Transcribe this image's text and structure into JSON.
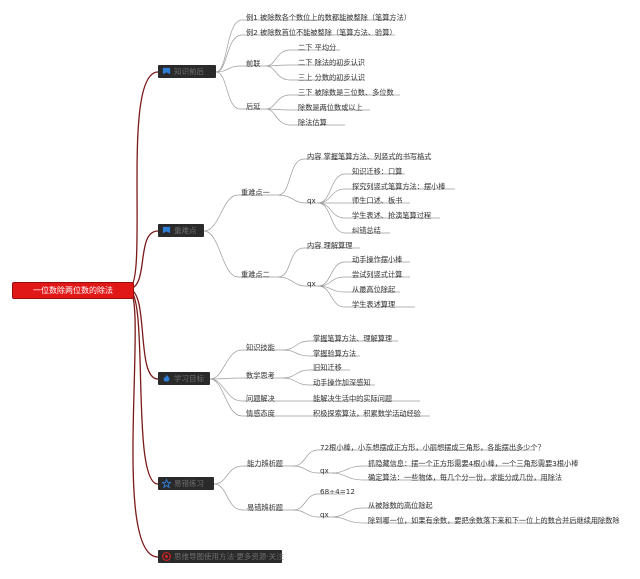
{
  "root": "一位数除两位数的除法",
  "colors": {
    "root": "#e01818",
    "branch": "#2a2a2a",
    "curve": "#7a1a1a",
    "line": "#9b9b9b"
  },
  "branches": [
    {
      "label": "知识前后",
      "icon": "flag-icon",
      "icon_color": "#2f7fd6"
    },
    {
      "label": "重难点",
      "icon": "flag-icon",
      "icon_color": "#2f7fd6"
    },
    {
      "label": "学习目标",
      "icon": "flame-icon",
      "icon_color": "#2f7fd6"
    },
    {
      "label": "易错练习",
      "icon": "star-icon",
      "icon_color": "#2f7fd6"
    },
    {
      "label": "思维导图使用方法·更多资源·关注",
      "icon": "at-icon",
      "icon_color": "#e02020"
    }
  ],
  "b1": {
    "ex1": "例1 被除数各个数位上的数都能被整除（笔算方法）",
    "ex2": "例2 被除数首位不能被整除（笔算方法、验算）",
    "qian": "前联",
    "qian_items": [
      "二下 平均分",
      "二下 除法的初步认识",
      "三上 分数的初步认识"
    ],
    "hou": "后延",
    "hou_items": [
      "三下 被除数是三位数、多位数",
      "除数是两位数或以上",
      "除法估算"
    ]
  },
  "b2": {
    "p1": "重难点一",
    "p1_content": "内容 掌握笔算方法、列竖式的书写格式",
    "p1_qx": "qx",
    "p1_items": [
      "知识迁移：口算",
      "探究列竖式笔算方法：摆小棒",
      "师生口述、板书",
      "学生表述、抢演笔算过程",
      "纠错总结"
    ],
    "p2": "重难点二",
    "p2_content": "内容 理解算理",
    "p2_qx": "qx",
    "p2_items": [
      "动手操作摆小棒",
      "尝试列竖式计算",
      "从最高位除起",
      "学生表述算理"
    ]
  },
  "b3": {
    "k1": "知识技能",
    "k1_items": [
      "掌握笔算方法、理解算理",
      "掌握验算方法"
    ],
    "k2": "数学思考",
    "k2_items": [
      "旧知迁移",
      "动手操作加深感知"
    ],
    "k3": "问题解决",
    "k3_item": "能解决生活中的实际问题",
    "k4": "情感态度",
    "k4_item": "积极探索算法，积累数学活动经验"
  },
  "b4": {
    "e1": "能力辨析题",
    "e1_q": "72根小棒，小东想摆成正方形，小丽想摆成三角形，各能摆出多少个？",
    "e1_qx": "qx",
    "e1_items": [
      "抓隐藏信息：摆一个正方形需要4根小棒，一个三角形需要3根小棒",
      "确定算法：一些物体，每几个分一份，求能分成几份，用除法"
    ],
    "e2": "易错辨析题",
    "e2_q": "68÷4=12",
    "e2_qx": "qx",
    "e2_items": [
      "从被除数的高位除起",
      "除到哪一位，如果有余数，要把余数落下来和下一位上的数合并后继续用除数除"
    ]
  }
}
